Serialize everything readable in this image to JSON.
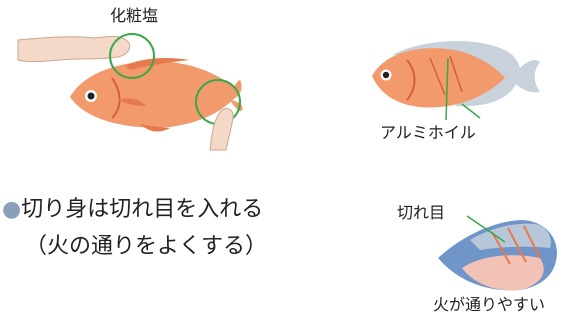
{
  "labels": {
    "salt": "化粧塩",
    "foil": "アルミホイル",
    "cut_mark": "切れ目",
    "cooks_easily": "火が通りやすい"
  },
  "text": {
    "heading_bullet": "●",
    "heading": "切り身は切れ目を入れる",
    "subheading": "（火の通りをよくする）"
  },
  "colors": {
    "fish": "#f29a6b",
    "fish_dark": "#e7794e",
    "circle": "#3aa84a",
    "foil": "#c9d2dc",
    "fillet_blue": "#6f95c9",
    "fillet_pink": "#f3c2b7",
    "skin": "#f4d8c8"
  }
}
